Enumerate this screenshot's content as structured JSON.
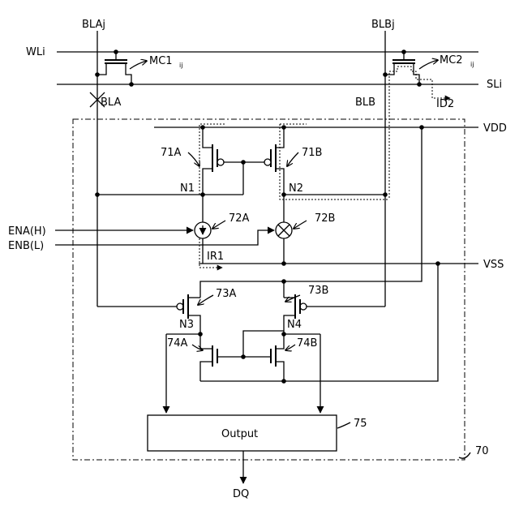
{
  "nets": {
    "bit_line_a": "BLAj",
    "bit_line_b": "BLBj",
    "word_line": "WLi",
    "source_line": "SLi",
    "bla_label": "BLA",
    "blb_label": "BLB",
    "vdd": "VDD",
    "vss": "VSS",
    "node_n1": "N1",
    "node_n2": "N2",
    "node_n3": "N3",
    "node_n4": "N4",
    "dq": "DQ"
  },
  "memory_cells": {
    "mc1_main": "MC1",
    "mc1_sub": "ij",
    "mc2_main": "MC2",
    "mc2_sub": "ij"
  },
  "currents": {
    "id2": "ID2",
    "ir1": "IR1"
  },
  "devices": {
    "t71a": "71A",
    "t71b": "71B",
    "s72a": "72A",
    "s72b": "72B",
    "t73a": "73A",
    "t73b": "73B",
    "t74a": "74A",
    "t74b": "74B",
    "output_ref": "75",
    "block_ref": "70"
  },
  "enables": {
    "ena": "ENA(H)",
    "enb": "ENB(L)"
  },
  "output_block": {
    "label": "Output"
  }
}
